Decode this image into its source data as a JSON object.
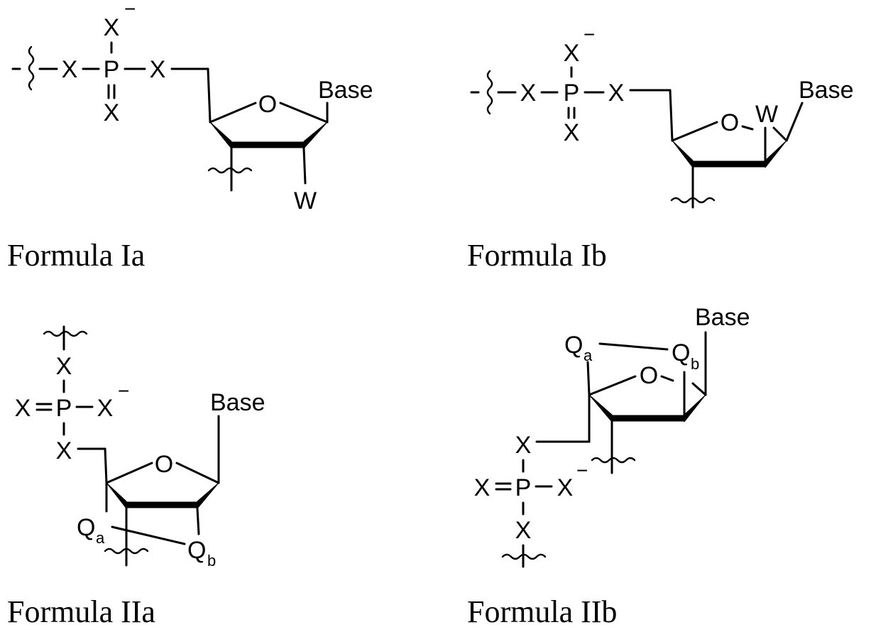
{
  "figure": {
    "formulas": [
      {
        "caption": "Formula Ia",
        "atoms": {
          "x": "X",
          "p": "P",
          "o": "O",
          "base": "Base",
          "w": "W",
          "minus": "−"
        }
      },
      {
        "caption": "Formula Ib",
        "atoms": {
          "x": "X",
          "p": "P",
          "o": "O",
          "base": "Base",
          "w": "W",
          "minus": "−"
        }
      },
      {
        "caption": "Formula IIa",
        "atoms": {
          "x": "X",
          "p": "P",
          "o": "O",
          "base": "Base",
          "q": "Q",
          "qa_sub": "a",
          "qb_sub": "b",
          "minus": "−"
        }
      },
      {
        "caption": "Formula IIb",
        "atoms": {
          "x": "X",
          "p": "P",
          "o": "O",
          "base": "Base",
          "q": "Q",
          "qa_sub": "a",
          "qb_sub": "b",
          "minus": "−"
        }
      }
    ]
  }
}
